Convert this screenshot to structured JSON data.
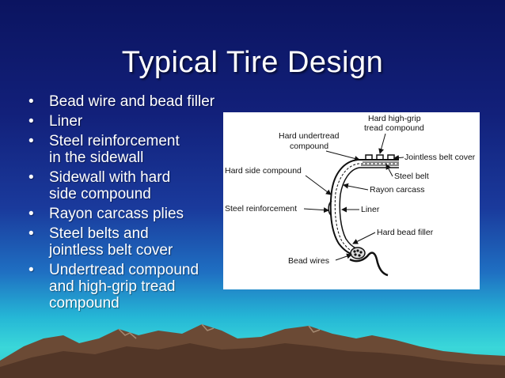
{
  "slide": {
    "title": "Typical Tire Design",
    "bullet_char": "•",
    "bullets": [
      "Bead wire and bead filler",
      "Liner",
      "Steel reinforcement\nin the sidewall",
      "Sidewall with hard\nside compound",
      "Rayon carcass plies",
      "Steel belts and\njointless belt cover",
      "Undertread compound\nand high-grip tread\ncompound"
    ]
  },
  "diagram": {
    "labels": {
      "hard_high_grip_1": "Hard high-grip",
      "hard_high_grip_2": "tread compound",
      "hard_undertread_1": "Hard undertread",
      "hard_undertread_2": "compound",
      "jointless_belt_cover": "Jointless belt cover",
      "hard_side_compound": "Hard side compound",
      "steel_belt": "Steel belt",
      "rayon_carcass": "Rayon carcass",
      "steel_reinforcement": "Steel reinforcement",
      "liner": "Liner",
      "hard_bead_filler": "Hard bead filler",
      "bead_wires": "Bead wires"
    }
  },
  "colors": {
    "title_text": "#ffffff",
    "background_top": "#0b1460",
    "background_bottom": "#3ad7d9",
    "mountain": "#6b4a35",
    "diagram_bg": "#ffffff"
  }
}
